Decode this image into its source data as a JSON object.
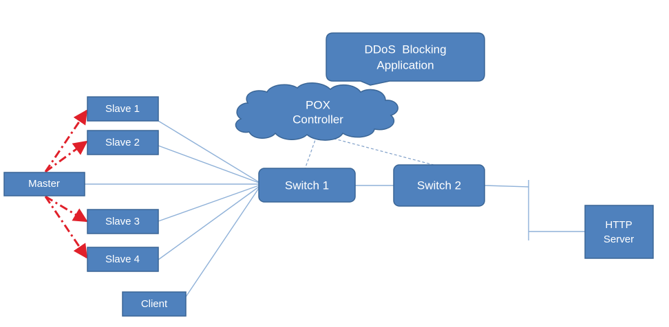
{
  "nodes": {
    "master": "Master",
    "slave1": "Slave 1",
    "slave2": "Slave 2",
    "slave3": "Slave 3",
    "slave4": "Slave 4",
    "client": "Client",
    "switch1": "Switch 1",
    "switch2": "Switch 2",
    "controller_line1": "POX",
    "controller_line2": "Controller",
    "app_line1": "DDoS  Blocking",
    "app_line2": "Application",
    "server_line1": "HTTP",
    "server_line2": "Server"
  },
  "colors": {
    "node_fill": "#4f81bd",
    "node_stroke": "#3a6595",
    "link": "#8fb1d8",
    "attack_arrow": "#e0202a",
    "control_link": "#7f9fc8"
  }
}
